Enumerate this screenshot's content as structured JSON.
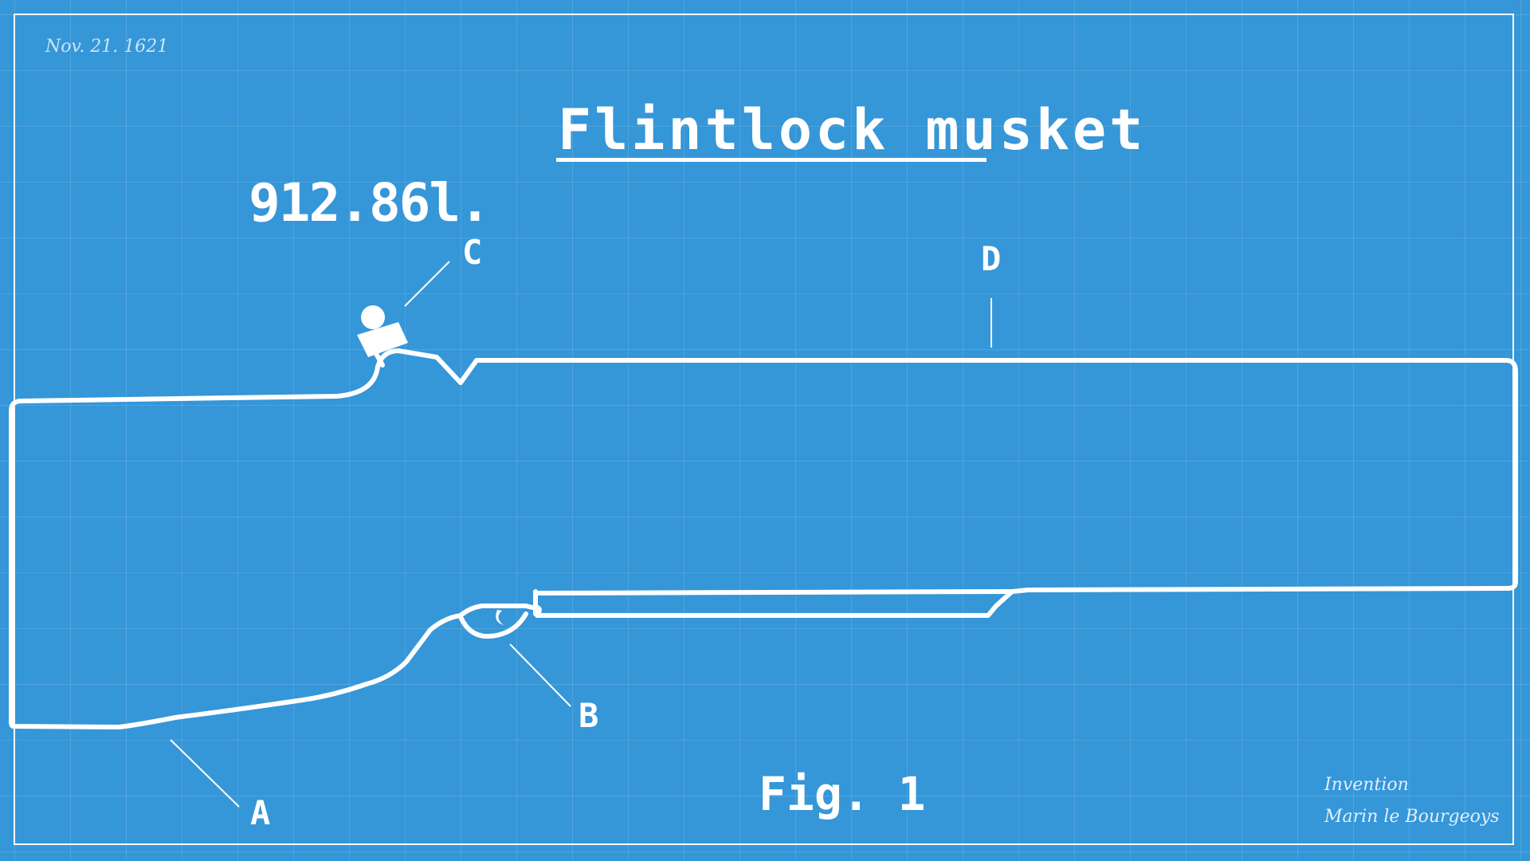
{
  "title": "Flintlock musket",
  "measurement": "912.86l.",
  "date": "Nov. 21. 1621",
  "labels": {
    "a": "A",
    "b": "B",
    "c": "C",
    "d": "D"
  },
  "figure_caption": "Fig. 1",
  "signature": {
    "line1": "Invention",
    "line2": "Marin le Bourgeoys"
  },
  "colors": {
    "background": "#3596d8",
    "ink": "#ffffff",
    "grid": "rgba(255,255,255,0.13)"
  }
}
